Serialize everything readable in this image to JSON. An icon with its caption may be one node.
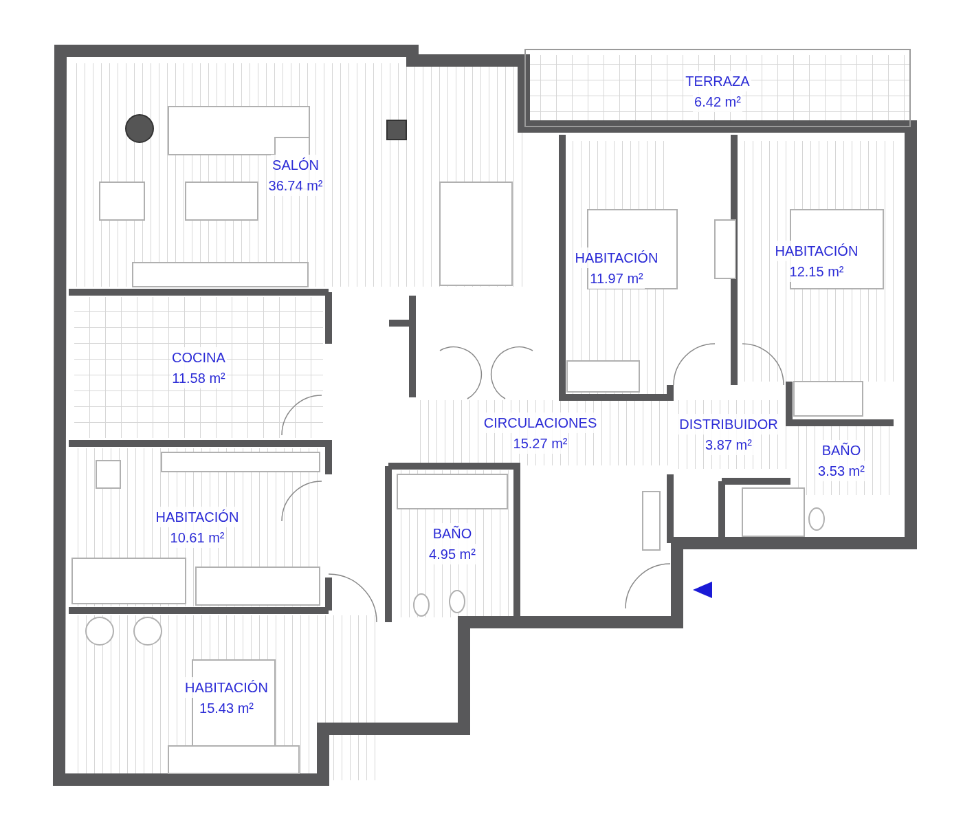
{
  "diagram": {
    "nodes": [
      {
        "text": [
          "TERRAZA",
          "6.42 m²"
        ]
      },
      {
        "text": [
          "SALÓN",
          "36.74 m²"
        ]
      },
      {
        "text": [
          "HABITACIÓN",
          "11.97 m²"
        ]
      },
      {
        "text": [
          "HABITACIÓN",
          "12.15 m²"
        ]
      },
      {
        "text": [
          "COCINA",
          "11.58 m²"
        ]
      },
      {
        "text": [
          "CIRCULACIONES",
          "15.27 m²"
        ]
      },
      {
        "text": [
          "DISTRIBUIDOR",
          "3.87 m²"
        ]
      },
      {
        "text": [
          "BAÑO",
          "3.53 m²"
        ]
      },
      {
        "text": [
          "HABITACIÓN",
          "10.61 m²"
        ]
      },
      {
        "text": [
          "BAÑO",
          "4.95 m²"
        ]
      },
      {
        "text": [
          "HABITACIÓN",
          "15.43 m²"
        ]
      }
    ]
  }
}
